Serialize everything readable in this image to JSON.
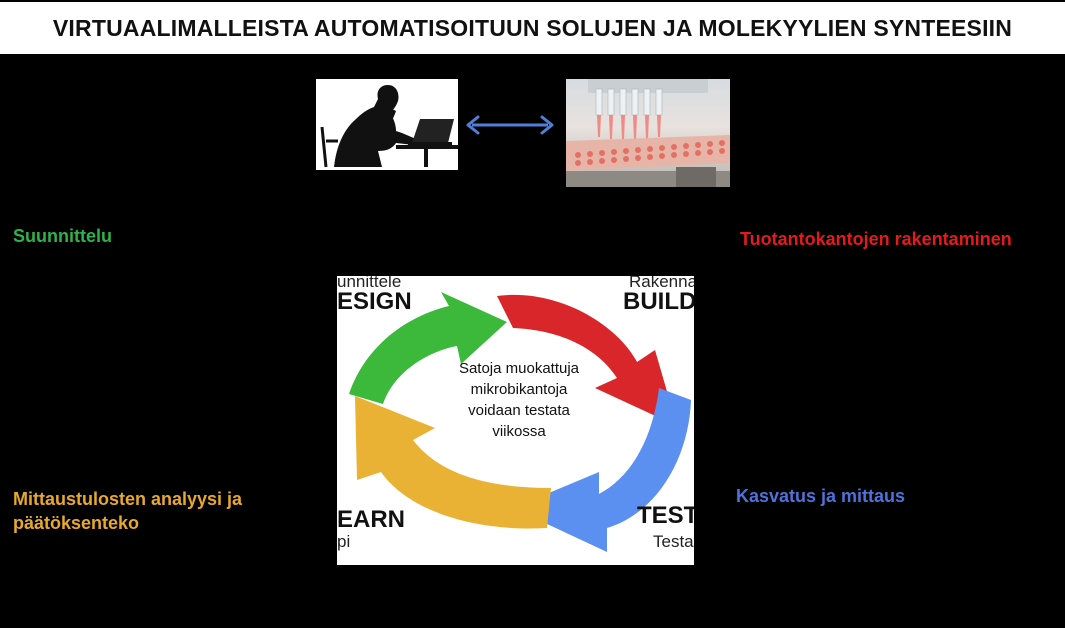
{
  "title": "VIRTUAALIMALLEISTA AUTOMATISOITUUN SOLUJEN JA MOLEKYYLIEN SYNTEESIIN",
  "images": {
    "person": {
      "icon": "person-at-laptop-silhouette"
    },
    "lab": {
      "icon": "lab-pipetting-robot"
    },
    "arrow": {
      "icon": "double-headed-arrow",
      "color": "#4f7fd6"
    }
  },
  "labels": {
    "design": {
      "text": "Suunnittelu",
      "color": "#2db34a"
    },
    "build": {
      "text": "Tuotantokantojen rakentaminen",
      "color": "#e51b1b"
    },
    "learn": {
      "text": "Mittaustulosten analyysi ja päätöksenteko",
      "color": "#e8a82c"
    },
    "test": {
      "text": "Kasvatus ja mittaus",
      "color": "#4d72d9"
    }
  },
  "cycle": {
    "design": {
      "word": "ESIGN",
      "small": "unnittele"
    },
    "build": {
      "word": "BUILD",
      "small": "Rakenna"
    },
    "test": {
      "word": "TEST",
      "small": "Testa"
    },
    "learn": {
      "word": "EARN",
      "small": "pi"
    },
    "center": "Satoja muokattuja mikrobikantoja voidaan testata viikossa",
    "colors": {
      "green": "#3cb83a",
      "red": "#d9262a",
      "blue": "#5b8ff0",
      "yellow": "#e9b234"
    }
  }
}
